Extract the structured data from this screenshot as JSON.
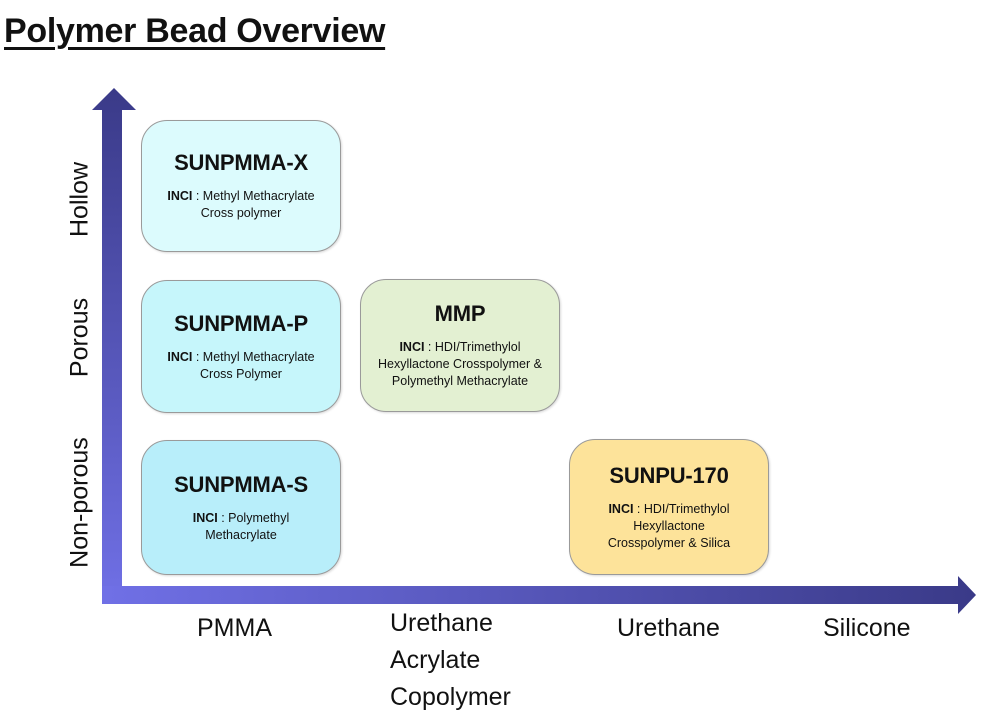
{
  "title": "Polymer Bead Overview",
  "y_axis": {
    "labels": [
      "Hollow",
      "Porous",
      "Non-porous"
    ]
  },
  "x_axis": {
    "labels": [
      "PMMA",
      "Urethane\nAcrylate\nCopolymer",
      "Urethane",
      "Silicone"
    ]
  },
  "colors": {
    "axis_start": "#7070e6",
    "axis_end": "#3a3a88",
    "box_hollow": "#dcfbfd",
    "box_porous": "#c6f6fb",
    "box_nonporous": "#b8eefa",
    "box_mmp": "#e3f0d2",
    "box_sunpu": "#fde39a"
  },
  "boxes": [
    {
      "name": "SUNPMMA-X",
      "inci_label": "INCI",
      "inci_text": " : Methyl Methacrylate Cross polymer",
      "row": "Hollow",
      "column": "PMMA"
    },
    {
      "name": "SUNPMMA-P",
      "inci_label": "INCI",
      "inci_text": " : Methyl Methacrylate Cross Polymer",
      "row": "Porous",
      "column": "PMMA"
    },
    {
      "name": "MMP",
      "inci_label": "INCI",
      "inci_text": " : HDI/Trimethylol Hexyllactone Crosspolymer & Polymethyl Methacrylate",
      "row": "Porous",
      "column": "Urethane Acrylate Copolymer"
    },
    {
      "name": "SUNPMMA-S",
      "inci_label": "INCI",
      "inci_text": " : Polymethyl Methacrylate",
      "row": "Non-porous",
      "column": "PMMA"
    },
    {
      "name": "SUNPU-170",
      "inci_label": "INCI",
      "inci_text": " : HDI/Trimethylol Hexyllactone Crosspolymer & Silica",
      "row": "Non-porous",
      "column": "Urethane"
    }
  ]
}
